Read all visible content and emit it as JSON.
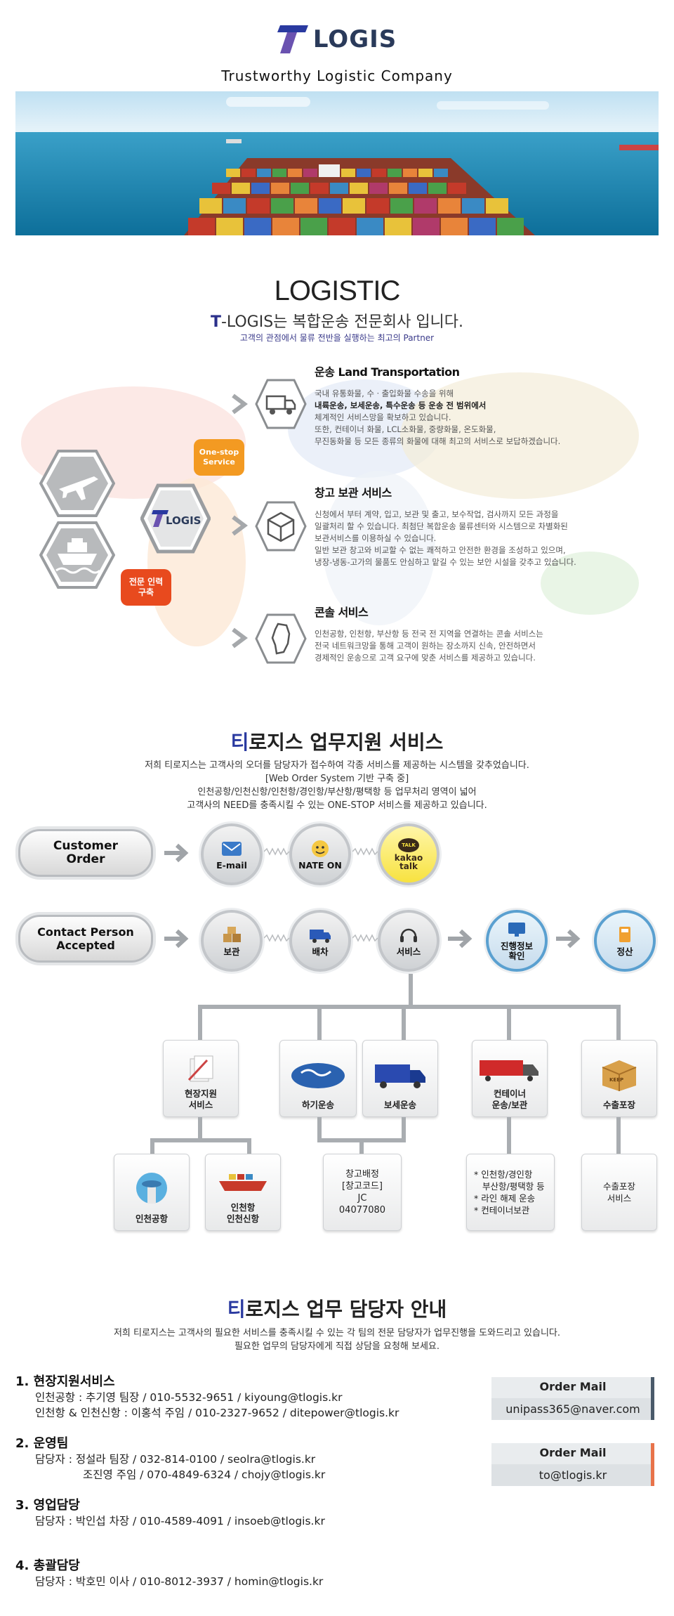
{
  "header": {
    "brand": "LOGIS",
    "tagline": "Trustworthy Logistic Company"
  },
  "logistic": {
    "title": "LOGISTIC",
    "sub_t": "T",
    "sub_rest": "-LOGIS는 복합운송 전문회사 입니다.",
    "sub2": "고객의 관점에서 물류 전반을 실행하는 최고의 Partner",
    "bubble_onestop": "One-stop Service",
    "bubble_onestop_l1": "One-stop",
    "bubble_onestop_l2": "Service",
    "bubble_staff_l1": "전문 인력",
    "bubble_staff_l2": "구축",
    "center_logo": "LOGIS",
    "services": [
      {
        "title": "운송 Land Transportation",
        "lines": [
          "국내 유통화물, 수ㆍ출입화물 수송을 위해",
          "내륙운송, 보세운송, 특수운송 등 운송 전 범위에서",
          "체계적인 서비스망을 확보하고 있습니다.",
          "또한, 컨테이너 화물, LCL소화물, 중량화물, 온도화물,",
          "무진동화물 등 모든 종류의 화물에 대해 최고의 서비스로 보답하겠습니다."
        ]
      },
      {
        "title": "창고 보관 서비스",
        "lines": [
          "신청에서 부터 계약, 입고, 보관 및 출고, 보수작업, 검사까지 모든 과정을",
          "일괄처리 할 수 있습니다. 최첨단 복합운송 물류센터와 시스템으로 차별화된",
          "보관서비스를 이용하실 수 있습니다.",
          "일반 보관 창고와 비교할 수 없는 쾌적하고 안전한 환경을 조성하고 있으며,",
          "냉장-냉동-고가의 물품도 안심하고 맡길 수 있는 보안 시설을 갖추고 있습니다."
        ]
      },
      {
        "title": "콘솔 서비스",
        "lines": [
          "인천공항, 인천항, 부산항 등 전국 전 지역을 연결하는 콘솔 서비스는",
          "전국 네트워크망을 통해 고객이 원하는 장소까지 신속, 안전하면서",
          "경제적인 운송으로 고객 요구에 맞춘 서비스를 제공하고 있습니다."
        ]
      }
    ]
  },
  "support": {
    "title_ti": "티",
    "title_rest": "로지스 업무지원 서비스",
    "desc": [
      "저희 티로지스는 고객사의 오더를 담당자가 접수하여 각종 서비스를 제공하는 시스템을 갖추었습니다.",
      "[Web Order System 기반 구축 중]",
      "인천공항/인천신항/인천항/경인항/부산항/평택항 등 업무처리 영역이 넓어",
      "고객사의 NEED를 충족시킬 수 있는 ONE-STOP 서비스를 제공하고 있습니다."
    ],
    "pill1_l1": "Customer",
    "pill1_l2": "Order",
    "pill2_l1": "Contact Person",
    "pill2_l2": "Accepted",
    "circles_row1": [
      "E-mail",
      "NATE ON",
      "kakao talk"
    ],
    "kakao_l1": "kakao",
    "kakao_l2": "talk",
    "talk_badge": "TALK",
    "circles_row2": [
      "보관",
      "배차",
      "서비스"
    ],
    "progress_l1": "진행정보",
    "progress_l2": "확인",
    "settle": "정산",
    "boxes": {
      "site_l1": "현장지원",
      "site_l2": "서비스",
      "air": "하기운송",
      "bonded": "보세운송",
      "container_l1": "컨테이너",
      "container_l2": "운송/보관",
      "export_pack": "수출포장",
      "incheon_airport": "인천공항",
      "incheon_port_l1": "인천항",
      "incheon_port_l2": "인천신항",
      "warehouse_l1": "창고배정",
      "warehouse_l2": "[창고코드]",
      "warehouse_l3": "JC",
      "warehouse_l4": "04077080",
      "ports_l1": "* 인천항/경인항",
      "ports_l2": "부산항/평택항 등",
      "ports_l3": "* 라인 해제 운송",
      "ports_l4": "* 컨테이너보관",
      "export_svc_l1": "수출포장",
      "export_svc_l2": "서비스",
      "crate_label": "KEEP"
    }
  },
  "contacts": {
    "title_ti": "티",
    "title_rest": "로지스 업무 담당자 안내",
    "desc": [
      "저희 티로지스는 고객사의 필요한 서비스를 충족시킬 수 있는 각 팀의 전문 담당자가 업무진행을 도와드리고 있습니다.",
      "필요한 업무의 담당자에게 직접 상담을 요청해 보세요."
    ],
    "groups": [
      {
        "head": "1. 현장지원서비스",
        "lines": [
          "인천공항 : 추기영 팀장 / 010-5532-9651 / kiyoung@tlogis.kr",
          "인천항 & 인천신항 : 이홍석 주임 / 010-2327-9652 / ditepower@tlogis.kr"
        ]
      },
      {
        "head": "2. 운영팀",
        "lines": [
          "담당자 : 정설라 팀장 / 032-814-0100 / seolra@tlogis.kr",
          "조진영 주임 / 070-4849-6324 / chojy@tlogis.kr"
        ]
      },
      {
        "head": "3. 영업담당",
        "lines": [
          "담당자 : 박인섭 차장 / 010-4589-4091 / insoeb@tlogis.kr"
        ]
      },
      {
        "head": "4. 총괄담당",
        "lines": [
          "담당자 : 박호민 이사 / 010-8012-3937 / homin@tlogis.kr"
        ]
      }
    ],
    "mail1": {
      "label": "Order Mail",
      "value": "unipass365@naver.com",
      "accent": "#4a5a6a"
    },
    "mail2": {
      "label": "Order Mail",
      "value": "to@tlogis.kr",
      "accent": "#e8734a"
    }
  },
  "colors": {
    "brand_blue": "#2a3aa0",
    "orange": "#f08a24",
    "red_orange": "#e84a1e"
  }
}
